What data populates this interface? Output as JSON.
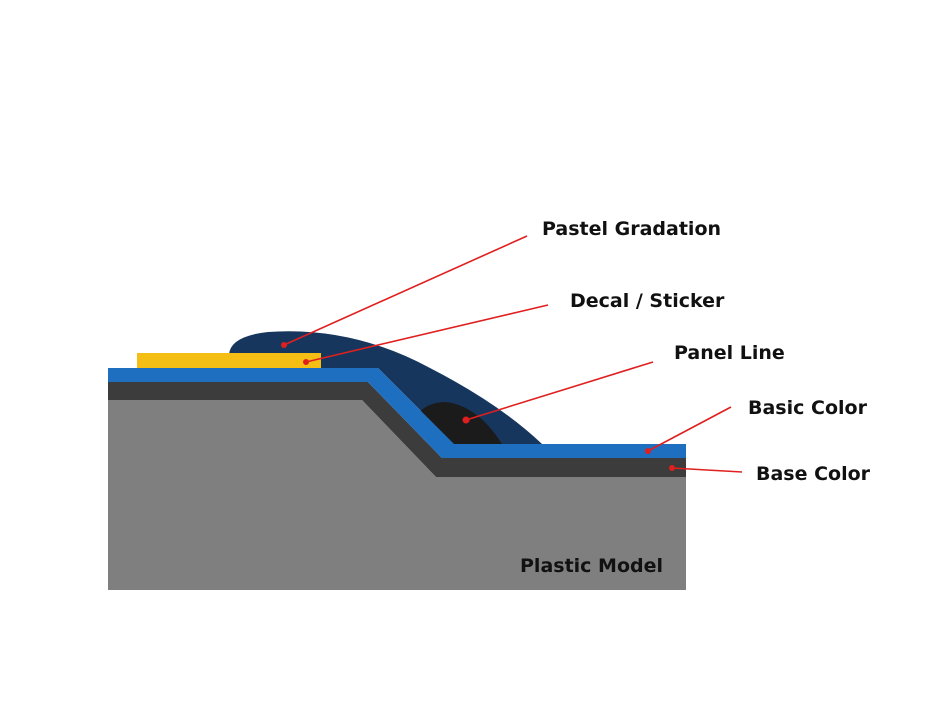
{
  "labels": {
    "pastel_gradation": "Pastel Gradation",
    "decal_sticker": "Decal / Sticker",
    "panel_line": "Panel Line",
    "basic_color": "Basic Color",
    "base_color": "Base Color",
    "plastic_model": "Plastic Model"
  },
  "colors": {
    "plastic": "#7f7f7f",
    "base_color": "#3c3c3c",
    "basic_color": "#1f6fc0",
    "gradation": "#16365e",
    "panel_line": "#1b1b1b",
    "decal": "#f5be14",
    "leader": "#e01f1f"
  }
}
